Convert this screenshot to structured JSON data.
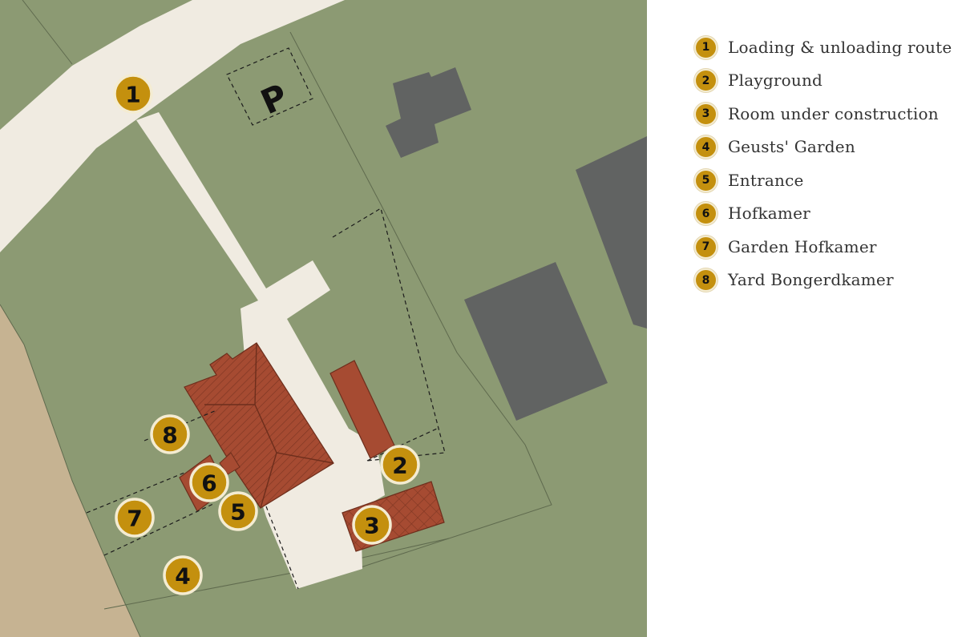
{
  "map": {
    "parking_label": "P",
    "markers": [
      {
        "number": "1"
      },
      {
        "number": "2"
      },
      {
        "number": "3"
      },
      {
        "number": "4"
      },
      {
        "number": "5"
      },
      {
        "number": "6"
      },
      {
        "number": "7"
      },
      {
        "number": "8"
      }
    ],
    "colors": {
      "grass": "#8c9a73",
      "road": "#f0ebe1",
      "sand": "#c6b392",
      "building": "#616362",
      "roof": "#a64b32",
      "marker": "#c4900e"
    }
  },
  "legend": {
    "items": [
      {
        "number": "1",
        "label": "Loading & unloading route"
      },
      {
        "number": "2",
        "label": "Playground"
      },
      {
        "number": "3",
        "label": "Room under construction"
      },
      {
        "number": "4",
        "label": "Geusts' Garden"
      },
      {
        "number": "5",
        "label": "Entrance"
      },
      {
        "number": "6",
        "label": "Hofkamer"
      },
      {
        "number": "7",
        "label": "Garden Hofkamer"
      },
      {
        "number": "8",
        "label": "Yard Bongerdkamer"
      }
    ]
  }
}
